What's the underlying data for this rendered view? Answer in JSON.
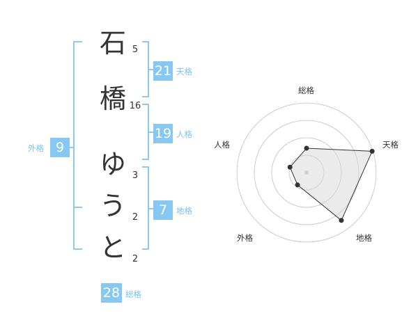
{
  "name": {
    "chars": [
      {
        "char": "石",
        "strokes": "5"
      },
      {
        "char": "橋",
        "strokes": "16"
      },
      {
        "char": "ゆ",
        "strokes": "3"
      },
      {
        "char": "う",
        "strokes": "2"
      },
      {
        "char": "と",
        "strokes": "2"
      }
    ]
  },
  "fortune": {
    "tenkaku": {
      "label": "天格",
      "value": "21"
    },
    "jinkaku": {
      "label": "人格",
      "value": "19"
    },
    "chikaku": {
      "label": "地格",
      "value": "7"
    },
    "gaikaku": {
      "label": "外格",
      "value": "9"
    },
    "soukaku": {
      "label": "総格",
      "value": "28"
    }
  },
  "colors": {
    "accent": "#87c8f3",
    "accent_text": "#7cc3ee",
    "bracket": "#8ccaf2"
  },
  "chart_data": {
    "type": "radar",
    "axes": [
      "総格",
      "天格",
      "地格",
      "外格",
      "人格"
    ],
    "values": [
      0.35,
      0.99,
      0.85,
      0.22,
      0.25
    ],
    "rings": 4
  }
}
